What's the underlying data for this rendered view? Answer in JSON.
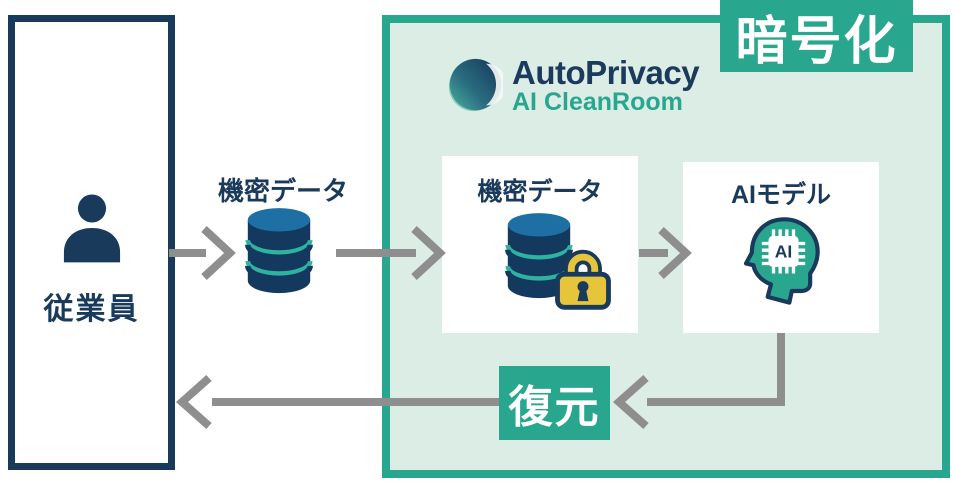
{
  "employee": {
    "label": "従業員",
    "icon": "person-icon"
  },
  "source_data": {
    "label": "機密データ",
    "icon": "database-icon"
  },
  "cleanroom": {
    "badge_label": "暗号化",
    "logo": {
      "name": "AutoPrivacy",
      "product": "AI CleanRoom",
      "icon": "autoprivacy-logo-icon"
    },
    "encrypted_data": {
      "label": "機密データ",
      "icons": [
        "database-icon",
        "lock-icon"
      ]
    },
    "ai_model": {
      "label": "AIモデル",
      "chip_label": "AI",
      "icon": "ai-head-chip-icon"
    },
    "restore": {
      "label": "復元"
    }
  },
  "colors": {
    "navy": "#1A3A5C",
    "teal": "#29A78E",
    "panel_mint": "#DCEDE6",
    "arrow_gray": "#8E8E8E",
    "db_top_blue": "#1E6FA4",
    "db_band_teal": "#2FB3A0",
    "lock_yellow": "#E6C53D",
    "card_white": "#FFFFFF"
  }
}
